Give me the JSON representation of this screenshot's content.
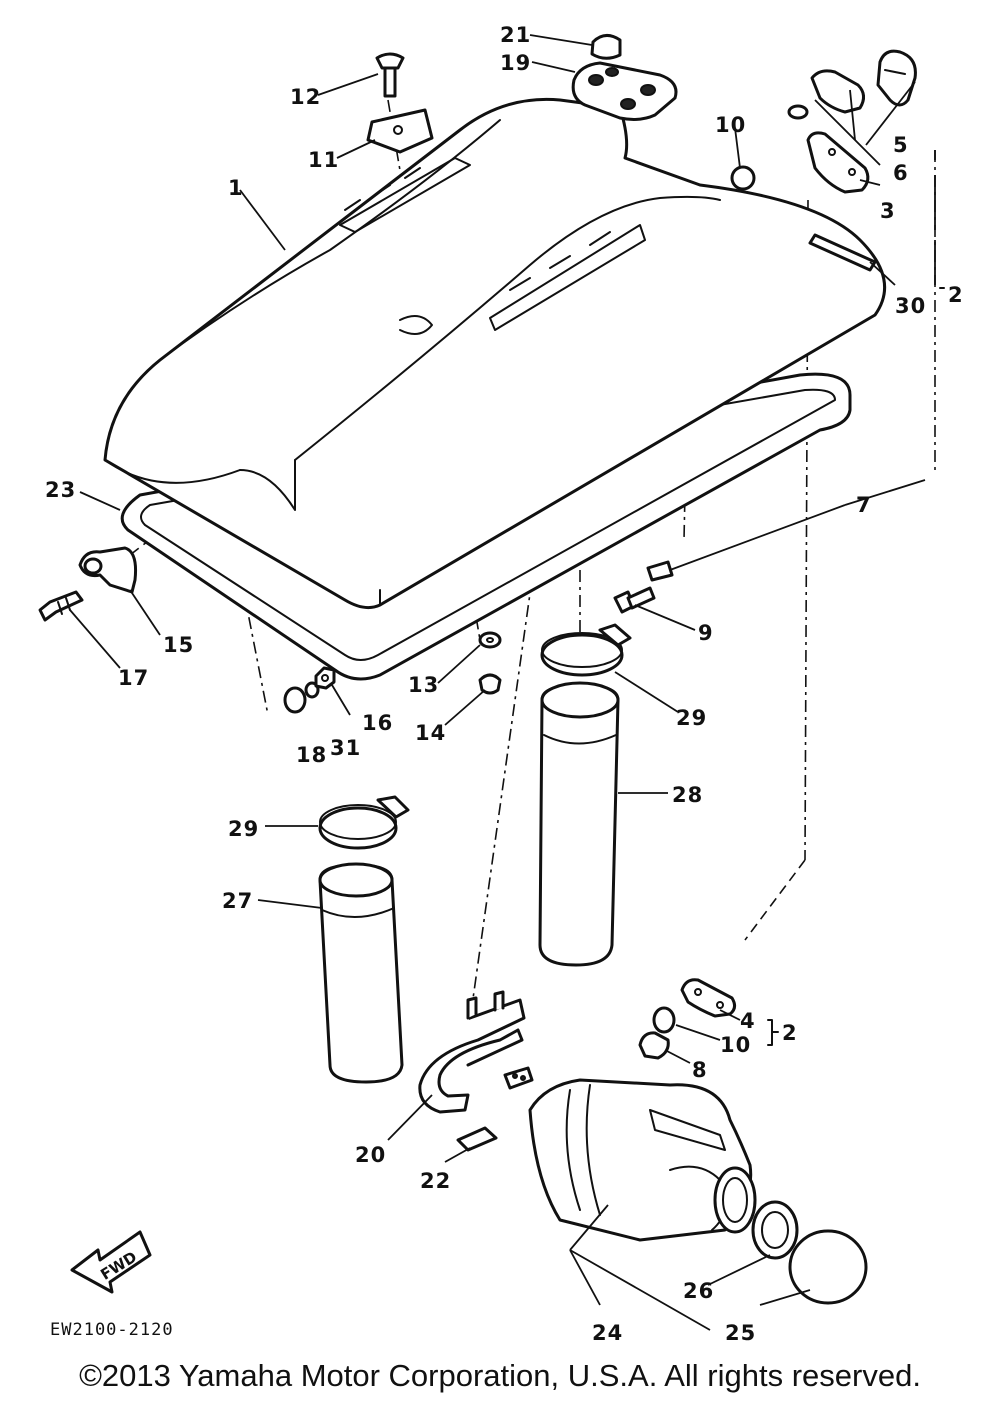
{
  "diagram": {
    "drawing_code": "EW2100-2120",
    "fwd_label": "FWD",
    "copyright": "©2013 Yamaha Motor Corporation, U.S.A. All rights reserved.",
    "callouts": {
      "c1": "1",
      "c2a": "2",
      "c2b": "2",
      "c3": "3",
      "c4": "4",
      "c5": "5",
      "c6": "6",
      "c7": "7",
      "c8": "8",
      "c9": "9",
      "c10a": "10",
      "c10b": "10",
      "c11": "11",
      "c12": "12",
      "c13": "13",
      "c14": "14",
      "c15": "15",
      "c16": "16",
      "c17": "17",
      "c18": "18",
      "c19": "19",
      "c20": "20",
      "c21": "21",
      "c22": "22",
      "c23": "23",
      "c24": "24",
      "c25": "25",
      "c26": "26",
      "c27": "27",
      "c28": "28",
      "c29a": "29",
      "c29b": "29",
      "c30": "30",
      "c31": "31"
    }
  }
}
